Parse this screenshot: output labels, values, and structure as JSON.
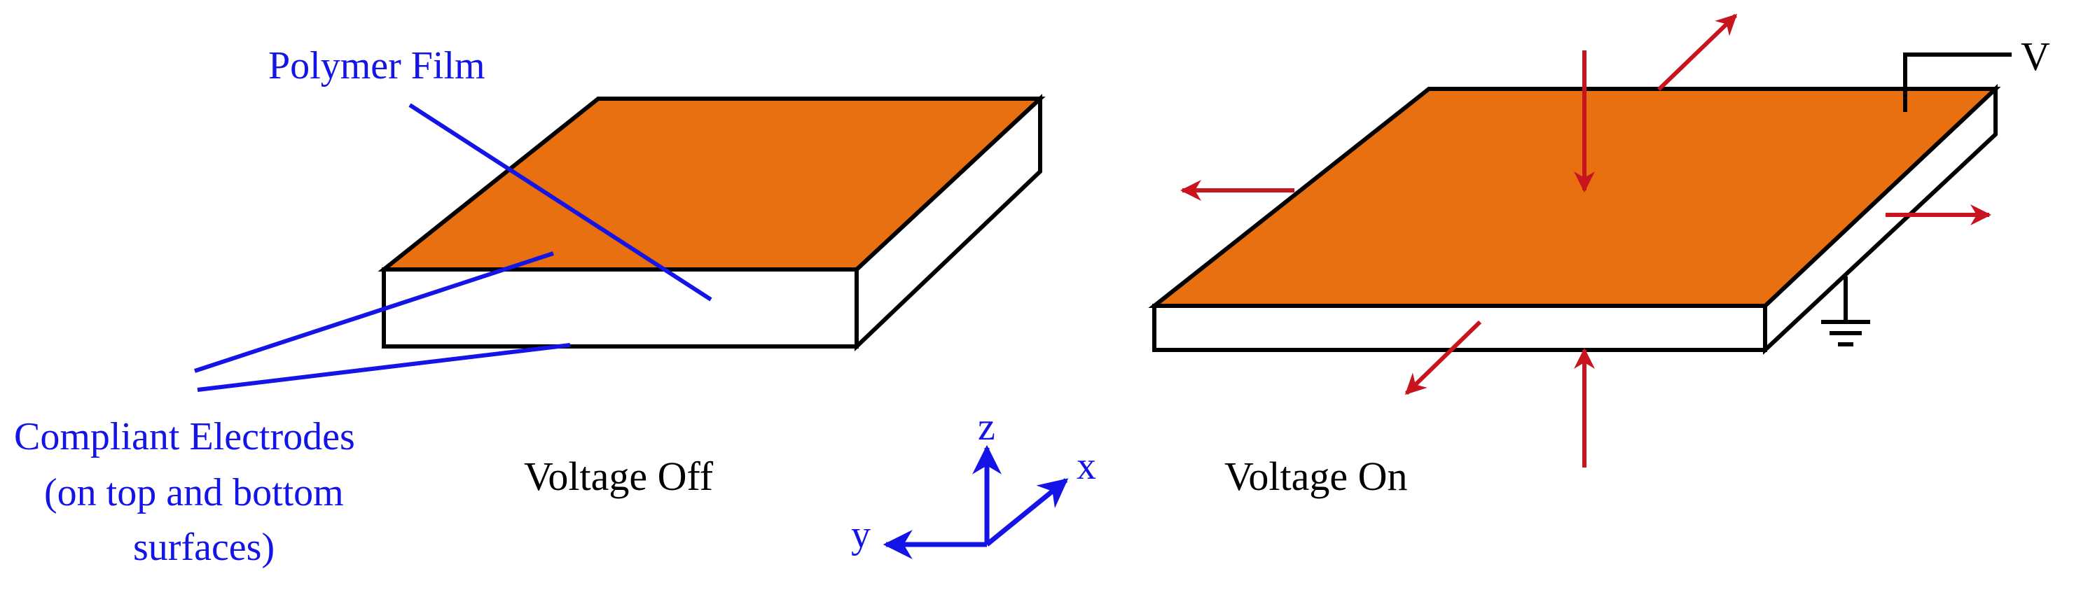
{
  "labels": {
    "polymer_film": "Polymer Film",
    "electrodes_line1": "Compliant Electrodes",
    "electrodes_line2": "(on top and bottom",
    "electrodes_line3": "surfaces)",
    "voltage_off": "Voltage Off",
    "voltage_on": "Voltage On",
    "voltage_terminal": "V"
  },
  "axes": {
    "x": "x",
    "y": "y",
    "z": "z"
  },
  "colors": {
    "electrode": "#e87010",
    "film": "#ffffff",
    "outline": "#000000",
    "annotation": "#1414e6",
    "force_arrow": "#c8141e"
  }
}
